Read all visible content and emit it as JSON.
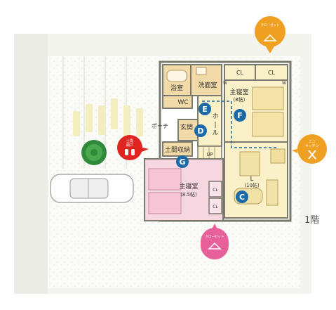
{
  "rooms": {
    "bath": "浴室",
    "washroom": "洗面室",
    "wc": "WC",
    "porch": "ポーチ",
    "entrance": "玄関",
    "earthen_storage": "土間収納",
    "hall": "ホール",
    "hall_chars": [
      "ホ",
      "|",
      "ル"
    ],
    "master_upper": {
      "name": "主寝室",
      "size": "(8帖)"
    },
    "master_lower": {
      "name": "主寝室",
      "size": "(8.5帖)"
    },
    "living": {
      "name": "L",
      "size": "(10帖)"
    },
    "up": "UP",
    "closet": "CL"
  },
  "markers": {
    "c": "C",
    "d": "D",
    "e": "E",
    "f": "F",
    "g": "G",
    "w": "W"
  },
  "callouts": {
    "closet_top": "クローゼット",
    "mini_kitchen": [
      "ミニ",
      "キッチン"
    ],
    "closet_bottom": "クローゼット",
    "shoe": [
      "土間",
      "納戸"
    ]
  },
  "floor_label": "1階",
  "colors": {
    "wall": "#7a7a6e",
    "wet_area": "#f2d9a8",
    "warm_room": "#fbf1c9",
    "pink_room": "#f6d7e1",
    "marker": "#1c69a8",
    "callout_orange": "#f0a020",
    "callout_pink": "#e8609a",
    "callout_red": "#e0241f"
  }
}
